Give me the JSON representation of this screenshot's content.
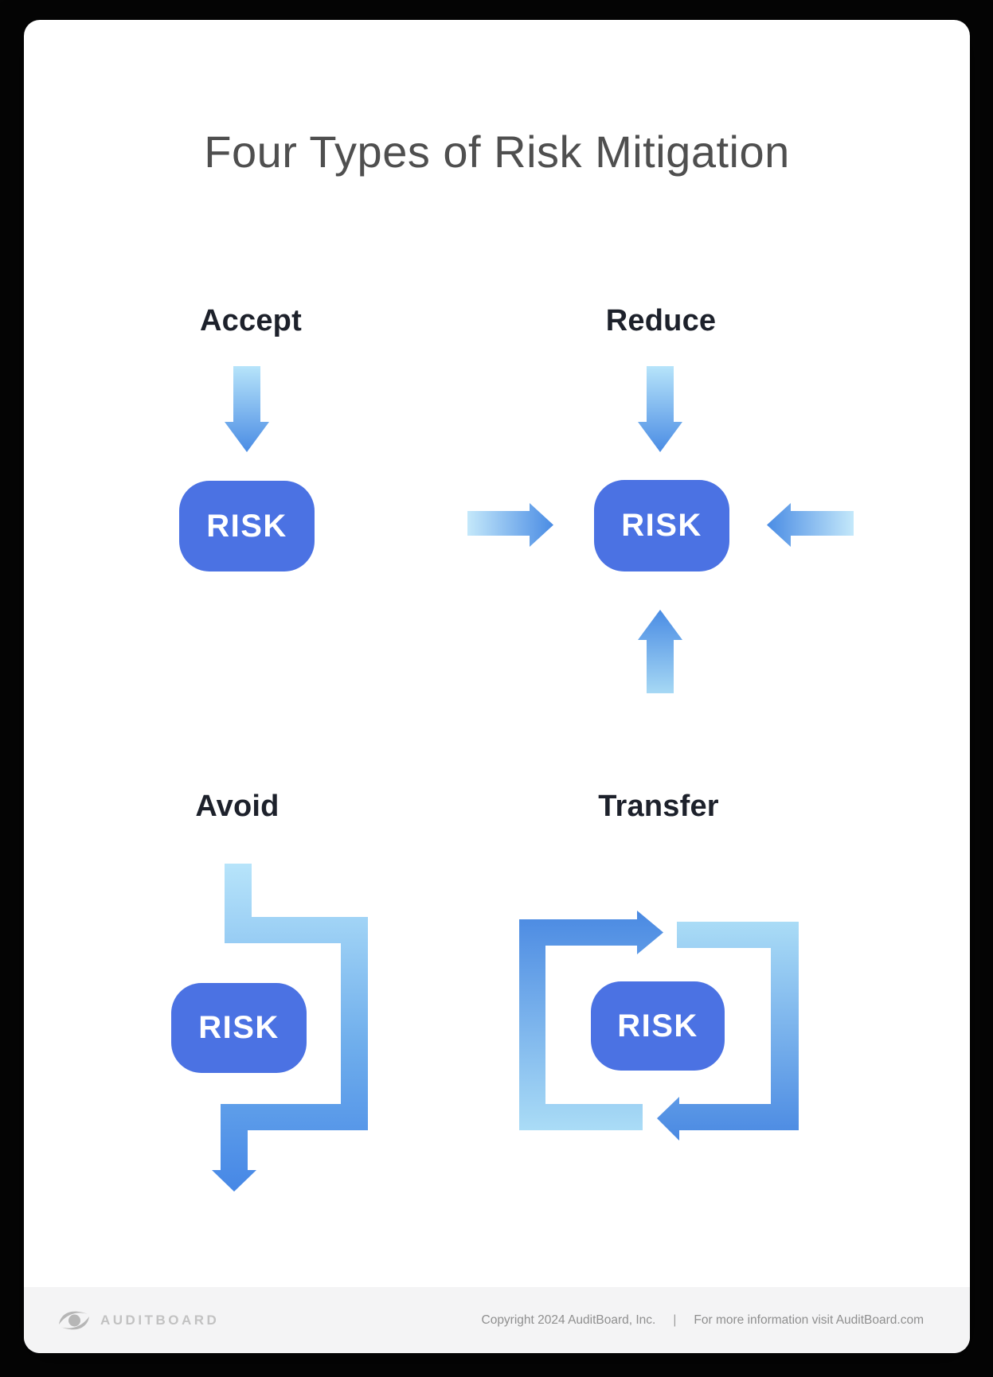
{
  "page": {
    "title": "Four Types of Risk Mitigation"
  },
  "colors": {
    "background": "#050505",
    "card": "#ffffff",
    "risk_box_blue": "#4b72e3",
    "arrow_gradient_light": "#b7e4fa",
    "arrow_gradient_dark": "#4a8ce4",
    "title_gray": "#4f4f4f",
    "label_dark": "#1d212b",
    "footer_band": "#f4f4f5",
    "footer_text_gray": "#8f8f8f",
    "logo_gray": "#bdbdbd"
  },
  "quadrants": [
    {
      "id": "accept",
      "label": "Accept",
      "risk_label": "RISK"
    },
    {
      "id": "reduce",
      "label": "Reduce",
      "risk_label": "RISK"
    },
    {
      "id": "avoid",
      "label": "Avoid",
      "risk_label": "RISK"
    },
    {
      "id": "transfer",
      "label": "Transfer",
      "risk_label": "RISK"
    }
  ],
  "icons": {
    "accept_arrow": "gradient arrow pointing down into RISK box",
    "reduce_arrows": "four gradient arrows pointing inward at RISK box",
    "avoid_arrow": "gradient zig-zag arrow detouring around RISK box",
    "transfer_arrows": "two gradient bracket arrows cycling around RISK box",
    "logo": "auditboard-eye-mark"
  },
  "footer": {
    "brand": "AUDITBOARD",
    "copyright": "Copyright 2024 AuditBoard, Inc.",
    "separator": "|",
    "info": "For more information visit AuditBoard.com"
  }
}
